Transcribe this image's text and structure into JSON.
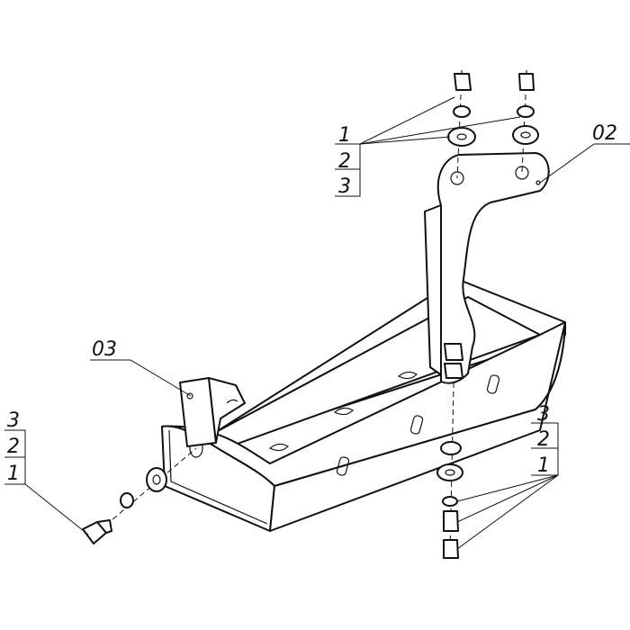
{
  "callouts": {
    "top_left": {
      "items": [
        "1",
        "2",
        "3"
      ]
    },
    "bracket_02": {
      "label": "02"
    },
    "bracket_03": {
      "label": "03"
    },
    "bottom_right": {
      "items": [
        "3",
        "2",
        "1"
      ]
    },
    "left": {
      "items": [
        "3",
        "2",
        "1"
      ]
    }
  }
}
